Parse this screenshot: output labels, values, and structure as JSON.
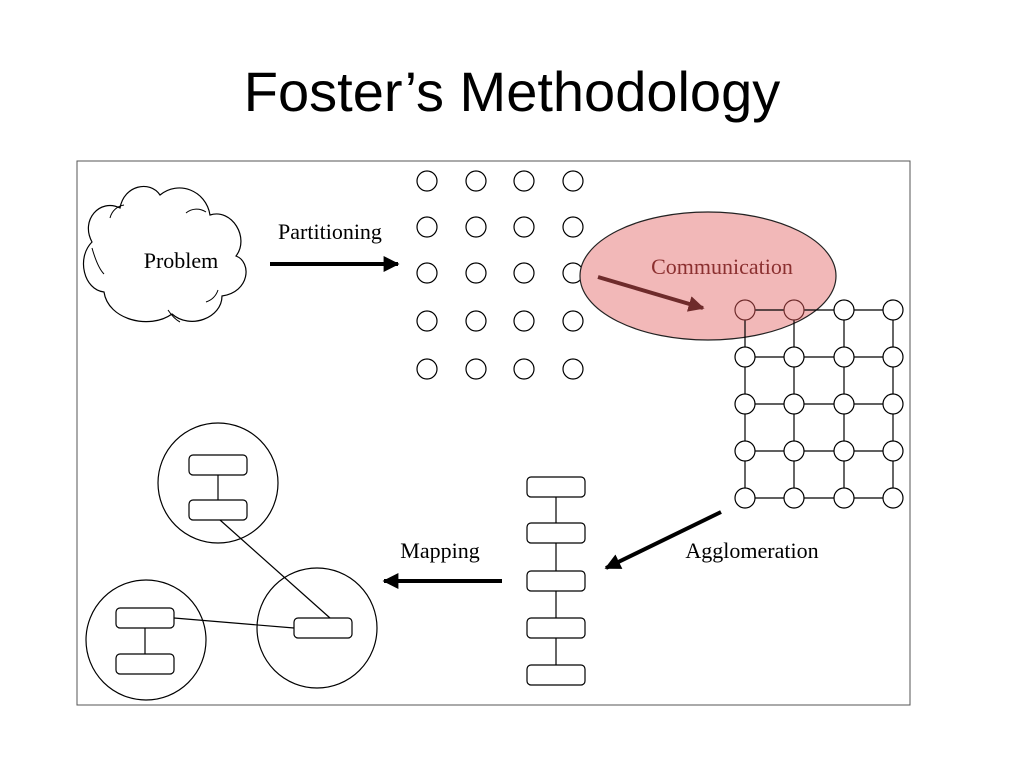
{
  "title": "Foster’s Methodology",
  "diagram": {
    "problem_label": "Problem",
    "partitioning_label": "Partitioning",
    "communication_label": "Communication",
    "agglomeration_label": "Agglomeration",
    "mapping_label": "Mapping"
  },
  "colors": {
    "highlight_fill": "#f2b8b8",
    "communication_text": "#8b3030",
    "communication_arrow": "#6e2b2b",
    "stroke": "#000000"
  }
}
